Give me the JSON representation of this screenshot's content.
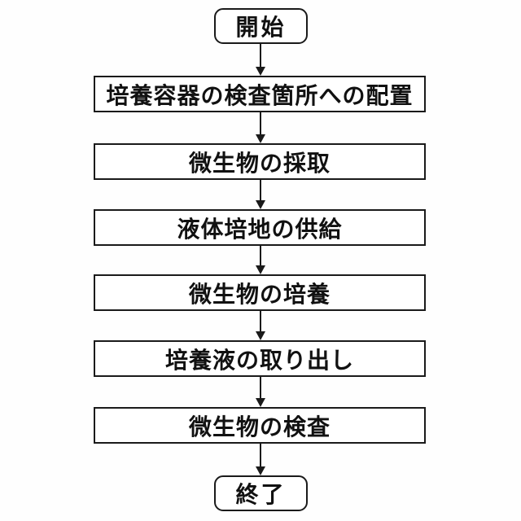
{
  "figure": {
    "type": "flowchart",
    "colors": {
      "line": "#1a1a1a",
      "node_fill": "#ffffff",
      "text": "#111111",
      "background": "#fefefe"
    },
    "nodes": [
      {
        "id": "start",
        "shape": "terminal",
        "label": "開始"
      },
      {
        "id": "place",
        "shape": "process",
        "label": "培養容器の検査箇所への配置"
      },
      {
        "id": "collect",
        "shape": "process",
        "label": "微生物の採取"
      },
      {
        "id": "supply",
        "shape": "process",
        "label": "液体培地の供給"
      },
      {
        "id": "culture",
        "shape": "process",
        "label": "微生物の培養"
      },
      {
        "id": "takeout",
        "shape": "process",
        "label": "培養液の取り出し"
      },
      {
        "id": "inspect",
        "shape": "process",
        "label": "微生物の検査"
      },
      {
        "id": "end",
        "shape": "terminal",
        "label": "終了"
      }
    ],
    "edges": [
      {
        "from": "start",
        "to": "place"
      },
      {
        "from": "place",
        "to": "collect"
      },
      {
        "from": "collect",
        "to": "supply"
      },
      {
        "from": "supply",
        "to": "culture"
      },
      {
        "from": "culture",
        "to": "takeout"
      },
      {
        "from": "takeout",
        "to": "inspect"
      },
      {
        "from": "inspect",
        "to": "end"
      }
    ]
  }
}
